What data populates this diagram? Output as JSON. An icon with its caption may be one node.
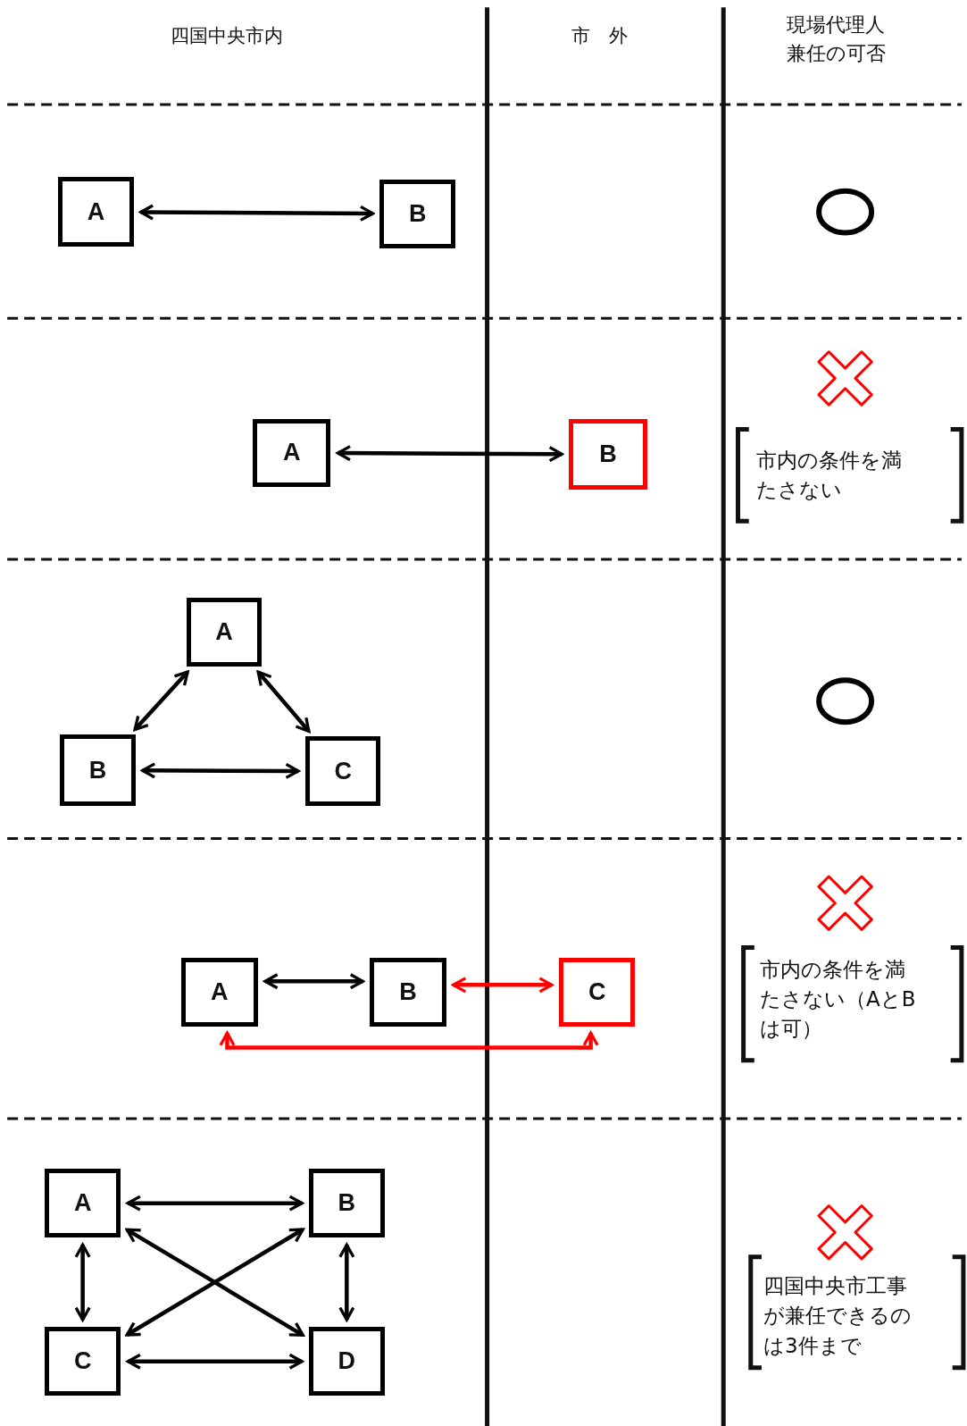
{
  "diagram": {
    "nodes": [
      {
        "text": [
          "A"
        ]
      },
      {
        "text": [
          "B"
        ]
      },
      {
        "text": [
          "A"
        ]
      },
      {
        "text": [
          "B"
        ]
      },
      {
        "text": [
          "A"
        ]
      },
      {
        "text": [
          "B"
        ]
      },
      {
        "text": [
          "C"
        ]
      },
      {
        "text": [
          "A"
        ]
      },
      {
        "text": [
          "B"
        ]
      },
      {
        "text": [
          "C"
        ]
      },
      {
        "text": [
          "A"
        ]
      },
      {
        "text": [
          "B"
        ]
      },
      {
        "text": [
          "C"
        ]
      },
      {
        "text": [
          "D"
        ]
      }
    ],
    "edges": [
      {
        "from": 0,
        "to": 1,
        "arrow": "both"
      },
      {
        "from": 2,
        "to": 3,
        "arrow": "both"
      },
      {
        "from": 4,
        "to": 5,
        "arrow": "both"
      },
      {
        "from": 4,
        "to": 6,
        "arrow": "both"
      },
      {
        "from": 5,
        "to": 6,
        "arrow": "both"
      },
      {
        "from": 7,
        "to": 8,
        "arrow": "both"
      },
      {
        "from": 8,
        "to": 9,
        "arrow": "both",
        "color": "#ff0000"
      },
      {
        "from": 7,
        "to": 9,
        "arrow": "both",
        "color": "#ff0000"
      },
      {
        "from": 10,
        "to": 11,
        "arrow": "both"
      },
      {
        "from": 10,
        "to": 12,
        "arrow": "both"
      },
      {
        "from": 11,
        "to": 13,
        "arrow": "both"
      },
      {
        "from": 12,
        "to": 13,
        "arrow": "both"
      },
      {
        "from": 10,
        "to": 13,
        "arrow": "both"
      },
      {
        "from": 11,
        "to": 12,
        "arrow": "both"
      }
    ],
    "labels": [
      "四国中央市内",
      "市　外",
      "現場代理人兼任の可否",
      "市内の条件を満たさない",
      "市内の条件を満たさない（AとBは可）",
      "四国中央市工事が兼任できるのは3件まで"
    ]
  }
}
